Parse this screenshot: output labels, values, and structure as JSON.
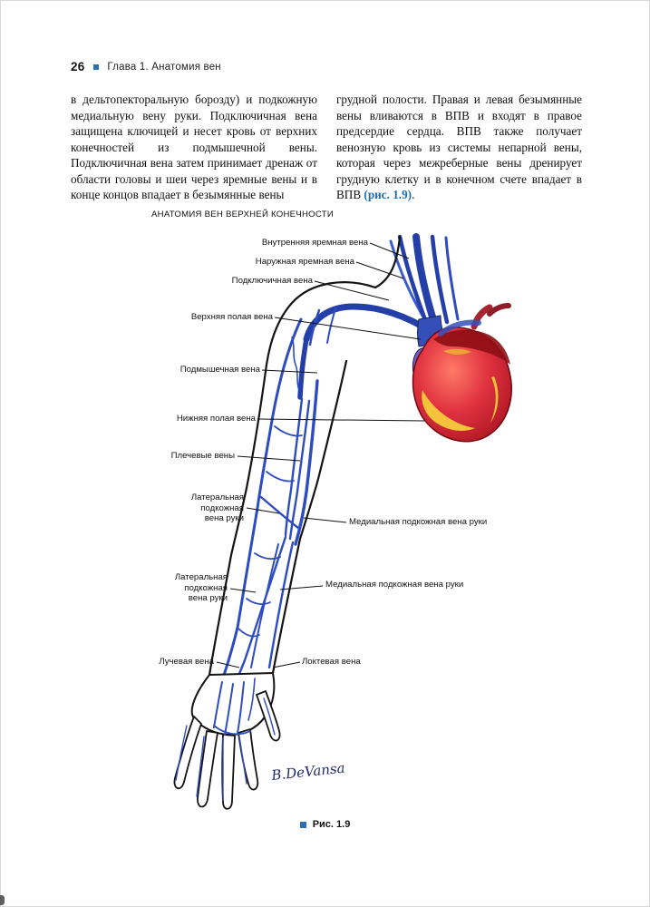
{
  "page": {
    "number": "26",
    "chapter": "Глава 1. Анатомия вен"
  },
  "article": {
    "left_column": "в дельтопекторальную борозду) и подкожную медиальную вену руки. Подключичная вена защищена ключицей и несет кровь от верхних конечностей из подмышечной вены. Подключичная вена затем принимает дренаж от области головы и шеи через яремные вены и в конце концов впадает в безымянные вены",
    "right_pre": "грудной полости. Правая и левая безымянные вены вливаются в ВПВ и входят в правое предсердие сердца. ВПВ также получает венозную кровь из системы непарной вены, которая через межреберные вены дренирует грудную клетку и в конечном счете впадает в ВПВ ",
    "right_link": "(рис. 1.9)",
    "right_post": "."
  },
  "figure": {
    "title": "АНАТОМИЯ ВЕН ВЕРХНЕЙ КОНЕЧНОСТИ",
    "caption": "Рис. 1.9",
    "signature": "B.DeVansa",
    "labels": [
      {
        "text": "Внутренняя яремная вена"
      },
      {
        "text": "Наружная яремная вена"
      },
      {
        "text": "Подключичная вена"
      },
      {
        "text": "Верхняя полая вена"
      },
      {
        "text": "Подмышечная вена"
      },
      {
        "text": "Нижняя полая вена"
      },
      {
        "text": "Плечевые вены"
      },
      {
        "text": "Латеральная\nподкожная\nвена руки"
      },
      {
        "text": "Медиальная подкожная вена руки"
      },
      {
        "text": "Латеральная\nподкожная\nвена руки"
      },
      {
        "text": "Медиальная подкожная вена руки"
      },
      {
        "text": "Лучевая вена"
      },
      {
        "text": "Локтевая вена"
      }
    ]
  },
  "colors": {
    "accent_blue": "#2b6fb0",
    "link_blue": "#1a6eb5",
    "vein_blue": "#2d4cc0",
    "vein_dark": "#2440a8",
    "heart_red": "#d21f2e",
    "fat_yellow": "#f5c33b"
  }
}
